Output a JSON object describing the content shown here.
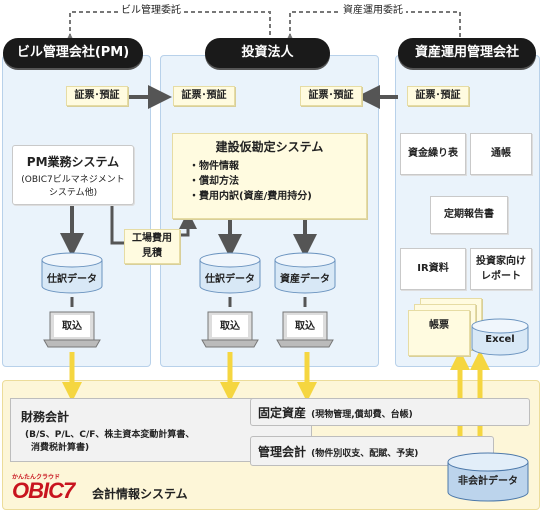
{
  "top_labels": {
    "building_mgmt_delegation": "ビル管理委託",
    "asset_mgmt_delegation": "資産運用委託"
  },
  "headers": {
    "pm_company": "ビル管理会社(PM)",
    "investment_corp": "投資法人",
    "asset_mgmt_company": "資産運用管理会社"
  },
  "documents": {
    "pm_docs": "証票･預証",
    "inv_docs_left": "証票･預証",
    "inv_docs_right": "証票･預証",
    "am_docs": "証票･預証"
  },
  "pm_system": {
    "title": "PM業務システム",
    "subtitle_1": "(OBIC7ビルマネジメント",
    "subtitle_2": "システム他)"
  },
  "factory_cost": {
    "line1": "工場費用",
    "line2": "見積"
  },
  "construction_system": {
    "title": "建設仮勘定システム",
    "items": [
      "・物件情報",
      "・償却方法",
      "・費用内訳(資産/費用持分)"
    ]
  },
  "data_stores": {
    "pm_journal": "仕訳データ",
    "inv_journal": "仕訳データ",
    "asset_data": "資産データ",
    "non_accounting": "非会計データ",
    "excel": "Excel"
  },
  "input_labels": {
    "pm_input": "取込",
    "inv_input_1": "取込",
    "inv_input_2": "取込"
  },
  "am_cards": {
    "cash_flow": "資金繰り表",
    "bankbook": "通帳",
    "periodic_report": "定期報告書",
    "ir_material": "IR資料",
    "investor_report_1": "投資家向け",
    "investor_report_2": "レポート",
    "ledger": "帳票"
  },
  "accounting": {
    "financial_title": "財務会計",
    "financial_sub_1": "(B/S、P/L、C/F、株主資本変動計算書、",
    "financial_sub_2": "消費税計算書)",
    "fixed_assets_title": "固定資産",
    "fixed_assets_sub": "(現物管理,償却費、台帳)",
    "management_title": "管理会計",
    "management_sub": "(物件別収支、配賦、予実)",
    "logo_small": "かんたんクラウド",
    "logo": "OBIC7",
    "system_name": "会計情報システム"
  },
  "colors": {
    "accent_red": "#c8141e",
    "arrow_yellow": "#f5d640",
    "arrow_gray": "#555555",
    "panel_blue": "#eaf3fb"
  }
}
